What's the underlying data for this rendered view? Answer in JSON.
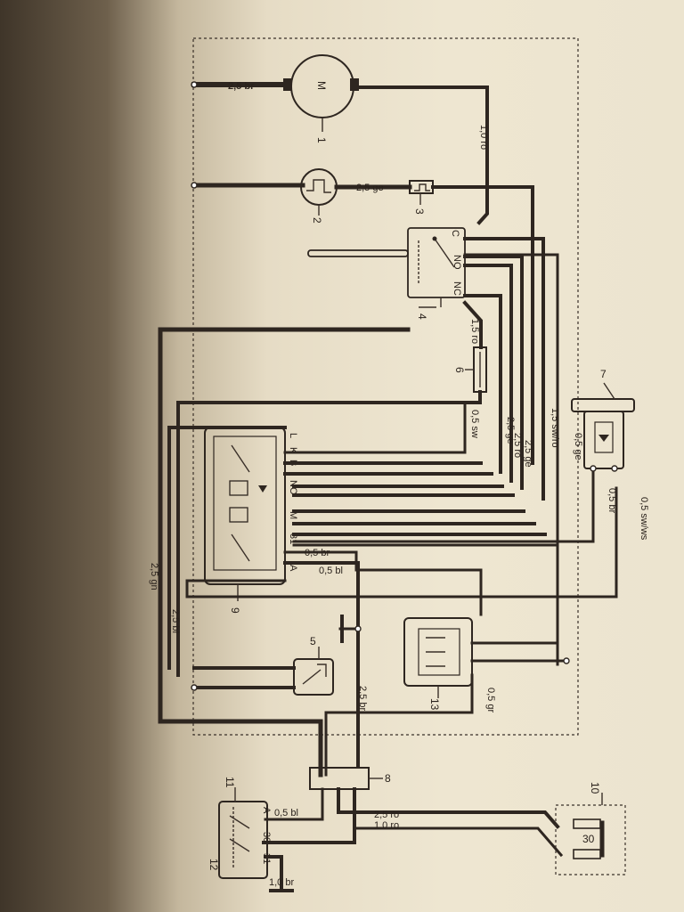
{
  "diagram": {
    "components": {
      "c1": "1",
      "c2": "2",
      "c3": "3",
      "c4": "4",
      "c5": "5",
      "c6": "6",
      "c7": "7",
      "c8": "8",
      "c9": "9",
      "c10": "10",
      "c11": "11",
      "c12": "12",
      "c13": "13"
    },
    "motor_symbol": "M",
    "fuse_value": "30",
    "wire_labels": {
      "w_2_5br_top": "2,5 br",
      "w_1_0ro": "1,0 ro",
      "w_2_5ge_top": "2,5 ge",
      "w_1_5ro": "1,5 ro",
      "w_0_5sw": "0,5 sw",
      "w_2_5ro_mid": "2,5 ro",
      "w_2_5ge_mid": "2,5 ge",
      "w_2_5ge_2": "2,5 ge",
      "w_1_5swro": "1,5 sw/ro",
      "w_0_5ge": "0,5 ge",
      "w_0_5br_relay": "0,5 br",
      "w_0_5swws": "0,5 sw/ws",
      "w_0_5br_mid": "0,5 br",
      "w_0_5bl_mid": "0,5 bl",
      "w_2_5gn": "2,5 gn",
      "w_2_5bl": "2,5 bl",
      "w_2_5br_low": "2,5 br",
      "w_0_5gr": "0,5 gr",
      "w_0_5bl_bot": "0,5 bl",
      "w_2_5ro_bot": "2,5 ro",
      "w_1_0ro_bot": "1,0 ro",
      "w_1_0br": "1,0 br"
    },
    "terminals": {
      "relay_L": "L",
      "relay_K": "K",
      "relay_B": "B",
      "relay_NO": "NO",
      "relay_M": "M",
      "relay_31": "31",
      "relay_A": "A",
      "sw_C": "C",
      "sw_NO": "NO",
      "sw_NC": "NC",
      "ign_A": "A",
      "ign_30": "30",
      "ign_31": "31"
    }
  }
}
